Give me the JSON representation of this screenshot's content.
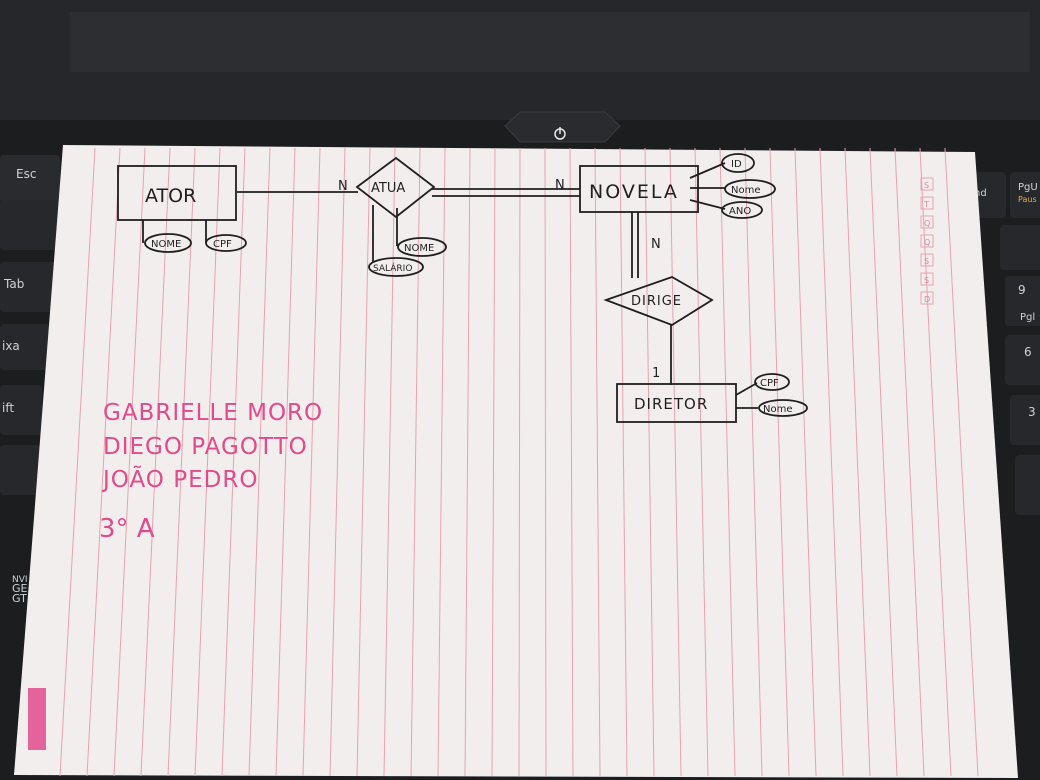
{
  "keyboard": {
    "esc": "Esc",
    "tab": "Tab",
    "caps": "ixa",
    "shift": "ift",
    "end": "nd",
    "pgup": "PgU",
    "pause": "Paus",
    "num9": "9",
    "pgdn": "Pgl",
    "num6": "6",
    "num3": "3",
    "gpu_brand": "NVI",
    "gpu_model": "GE",
    "gpu_series": "GT",
    "power_icon": "power-icon"
  },
  "diagram": {
    "entities": {
      "ator": "ATOR",
      "novela": "NOVELA",
      "diretor": "DIRETOR"
    },
    "relationships": {
      "atua": "ATUA",
      "dirige": "DIRIGE"
    },
    "attributes": {
      "ator_nome": "NOME",
      "ator_cpf": "CPF",
      "atua_nome": "NOME",
      "atua_salario": "SALÁRIO",
      "novela_id": "ID",
      "novela_nome": "Nome",
      "novela_ano": "ANO",
      "diretor_cpf": "CPF",
      "diretor_nome": "Nome"
    },
    "cardinalities": {
      "ator_atua": "N",
      "atua_novela": "N",
      "novela_dirige": "N",
      "dirige_diretor": "1"
    }
  },
  "names": {
    "line1": "GABRIELLE MORO",
    "line2": "DIEGO PAGOTTO",
    "line3": "JOÃO PEDRO",
    "class": "3° A"
  },
  "paper": {
    "margin_letters": [
      "S",
      "T",
      "Q",
      "Q",
      "S",
      "S",
      "D"
    ]
  },
  "colors": {
    "background": "#1c1d1f",
    "paper": "#f3eeee",
    "ruling": "#e6a3b0",
    "ink_black": "#1f1f1f",
    "ink_pink": "#e24a8c"
  }
}
